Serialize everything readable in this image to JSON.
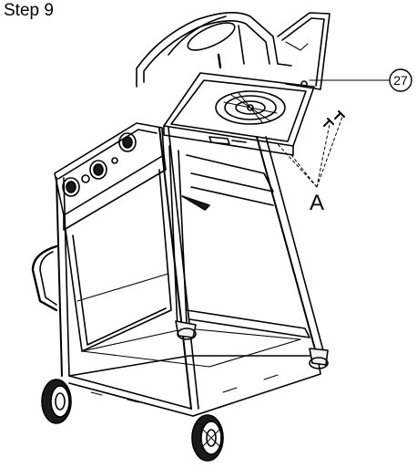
{
  "step": {
    "title": "Step 9"
  },
  "callouts": {
    "part_number": "27",
    "screw_label": "A"
  },
  "colors": {
    "line": "#000000",
    "background": "#ffffff",
    "fill_dark": "#1a1a1a",
    "fill_light": "#f2f2f2"
  }
}
